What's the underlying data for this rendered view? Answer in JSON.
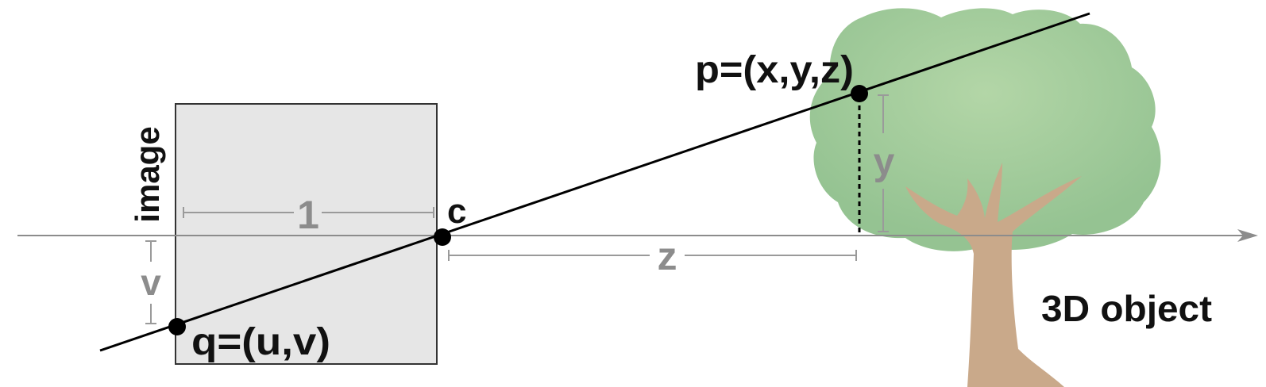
{
  "labels": {
    "image": "image",
    "one": "1",
    "c": "c",
    "z": "z",
    "v": "v",
    "y": "y",
    "p": "p=(x,y,z)",
    "q": "q=(u,v)",
    "object": "3D object"
  },
  "colors": {
    "image_plane_fill": "#e6e6e6",
    "image_plane_stroke": "#333333",
    "axis": "#8c8c8c",
    "ray": "#000000",
    "dimension": "#9a9a9a",
    "foliage": "#9ac796",
    "foliage_light": "#b3d6a7",
    "trunk": "#c9a98a"
  },
  "icons": {
    "tree": "tree-illustration"
  }
}
